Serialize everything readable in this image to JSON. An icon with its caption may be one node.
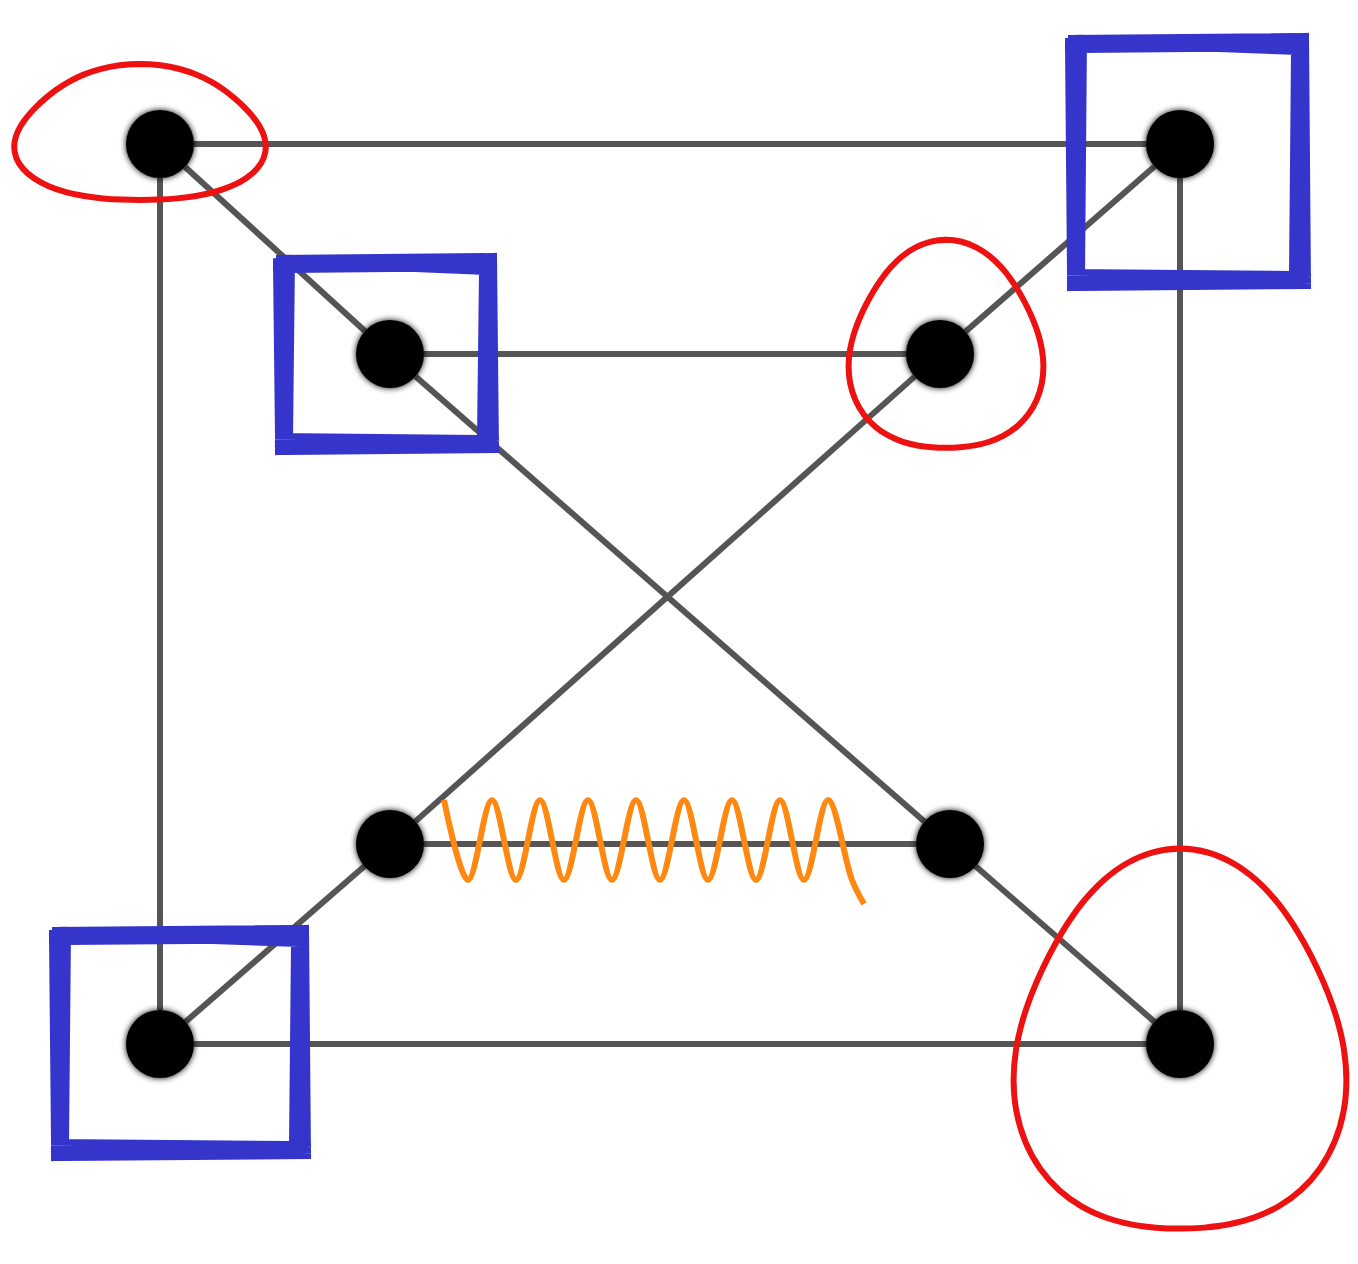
{
  "diagram": {
    "nodes": [
      {
        "text": [],
        "shape": "circle"
      },
      {
        "text": [],
        "shape": "circle"
      },
      {
        "text": [],
        "shape": "circle"
      },
      {
        "text": [],
        "shape": "circle"
      },
      {
        "text": [],
        "shape": "circle"
      },
      {
        "text": [],
        "shape": "circle"
      },
      {
        "text": [],
        "shape": "circle"
      },
      {
        "text": [],
        "shape": "circle"
      }
    ],
    "edges": [
      {
        "from": 0,
        "to": 1,
        "arrow": "none"
      },
      {
        "from": 0,
        "to": 6,
        "arrow": "none"
      },
      {
        "from": 1,
        "to": 7,
        "arrow": "none"
      },
      {
        "from": 6,
        "to": 7,
        "arrow": "none"
      },
      {
        "from": 0,
        "to": 2,
        "arrow": "none"
      },
      {
        "from": 2,
        "to": 3,
        "arrow": "none"
      },
      {
        "from": 3,
        "to": 1,
        "arrow": "none"
      },
      {
        "from": 2,
        "to": 5,
        "arrow": "none"
      },
      {
        "from": 3,
        "to": 4,
        "arrow": "none"
      },
      {
        "from": 4,
        "to": 5,
        "arrow": "none"
      },
      {
        "from": 4,
        "to": 6,
        "arrow": "none"
      },
      {
        "from": 5,
        "to": 7,
        "arrow": "none"
      }
    ]
  }
}
